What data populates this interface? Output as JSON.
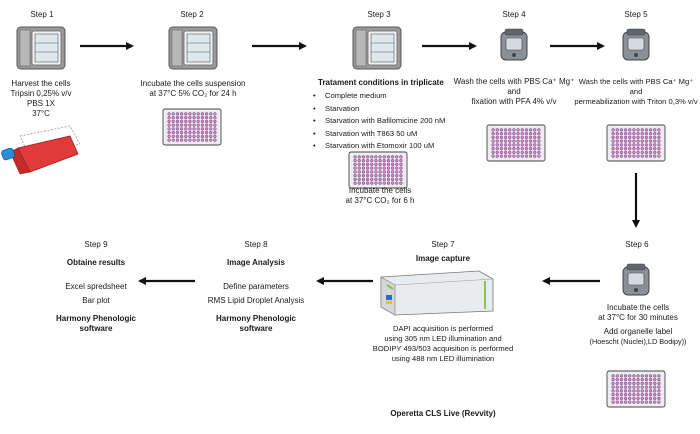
{
  "steps": [
    {
      "label": "Step 1",
      "text": [
        "Harvest the cells",
        "Tripsin 0,25% v/v",
        "PBS 1X",
        "37°C"
      ]
    },
    {
      "label": "Step 2",
      "text": [
        "Incubate the cells suspension",
        "at 37°C 5% CO₂ for 24 h"
      ]
    },
    {
      "label": "Step 3",
      "title": "Tratament conditions in triplicate",
      "bullets": [
        "Complete medium",
        "Starvation",
        "Starvation with Bafilomicine 200 nM",
        "Starvation with T863 50 uM",
        "Starvation with Etomoxir 100 uM"
      ],
      "incubate": [
        "Incubate the cells",
        "at 37°C CO₂ for 6 h"
      ]
    },
    {
      "label": "Step 4",
      "text": [
        "Wash the cells with PBS Ca⁺ Mg⁺",
        "and",
        "fixation with PFA 4% v/v"
      ]
    },
    {
      "label": "Step 5",
      "text": [
        "Wash the cells with PBS Ca⁺ Mg⁺",
        "and",
        "permeabilization with Triton 0,3% v/v"
      ]
    },
    {
      "label": "Step 6",
      "text": [
        "Incubate the cells",
        "at 37°C for 30 minutes",
        "Add organelle label",
        "(Hoescht (Nuclei),LD Bodipy))"
      ]
    },
    {
      "label": "Step 7",
      "title": "Image capture",
      "text": [
        "DAPI acquisition is performed",
        "using 305 nm LED illumination and",
        "BODIPY 493/503 acquisition is performed",
        "using 488 nm LED illumination"
      ],
      "instrument": "Operetta CLS Live (Revvity)"
    },
    {
      "label": "Step 8",
      "title": "Image Analysis",
      "text": [
        "Define parameters",
        "RMS Lipid Droplet Analysis"
      ],
      "software": [
        "Harmony Phenologic",
        "software"
      ]
    },
    {
      "label": "Step 9",
      "title": "Obtaine results",
      "text": [
        "Excel spredsheet",
        "Bar plot"
      ],
      "software": [
        "Harmony Phenologic",
        "software"
      ]
    }
  ],
  "colors": {
    "arrow": "#111111",
    "well": "#c88cc8",
    "flask": "#e03a3a",
    "flask_cap": "#2a8fd6",
    "instrument_accent": "#8cc63f"
  },
  "icons": [
    "incubator-icon",
    "centrifuge-icon",
    "well-plate-icon",
    "flask-icon",
    "imaging-system-icon",
    "arrow-icon"
  ]
}
